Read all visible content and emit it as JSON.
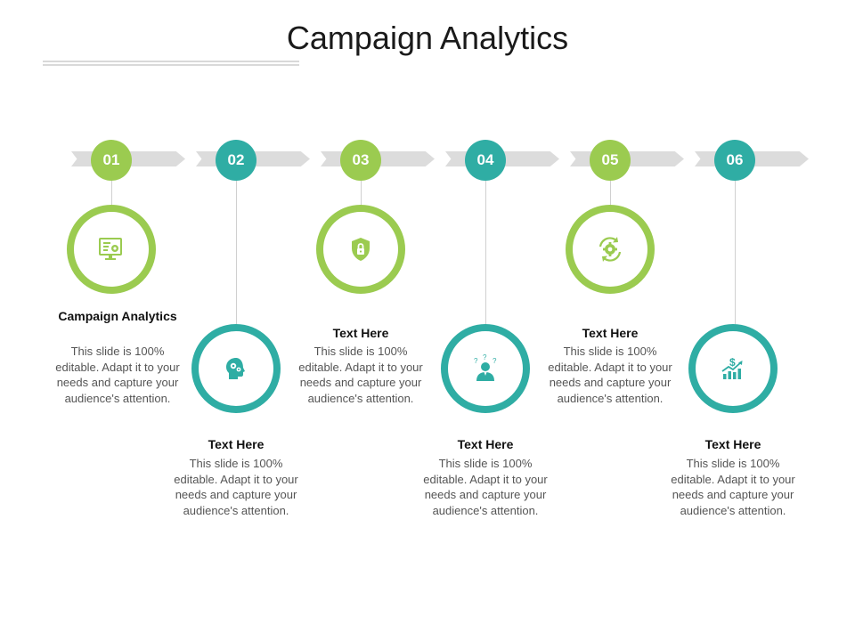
{
  "slide": {
    "title": "Campaign Analytics"
  },
  "colors": {
    "green": "#9bcb50",
    "teal": "#2fada4",
    "arrow": "#dcdcdc"
  },
  "steps": [
    {
      "number": "01",
      "heading": "Campaign Analytics",
      "description": "This slide is 100% editable. Adapt it to your needs and capture your audience's attention.",
      "icon": "monitor-settings-icon"
    },
    {
      "number": "02",
      "heading": "Text Here",
      "description": "This slide is 100% editable. Adapt it to your needs and capture your audience's attention.",
      "icon": "head-gears-icon"
    },
    {
      "number": "03",
      "heading": "Text Here",
      "description": "This slide is 100% editable. Adapt it to your needs and capture your audience's attention.",
      "icon": "shield-lock-icon"
    },
    {
      "number": "04",
      "heading": "Text Here",
      "description": "This slide is 100% editable. Adapt it to your needs and capture your audience's attention.",
      "icon": "confused-person-icon"
    },
    {
      "number": "05",
      "heading": "Text Here",
      "description": "This slide is 100% editable. Adapt it to your needs and capture your audience's attention.",
      "icon": "gear-refresh-icon"
    },
    {
      "number": "06",
      "heading": "Text Here",
      "description": "This slide is 100% editable. Adapt it to your needs and capture your audience's attention.",
      "icon": "dollar-chart-icon"
    }
  ]
}
